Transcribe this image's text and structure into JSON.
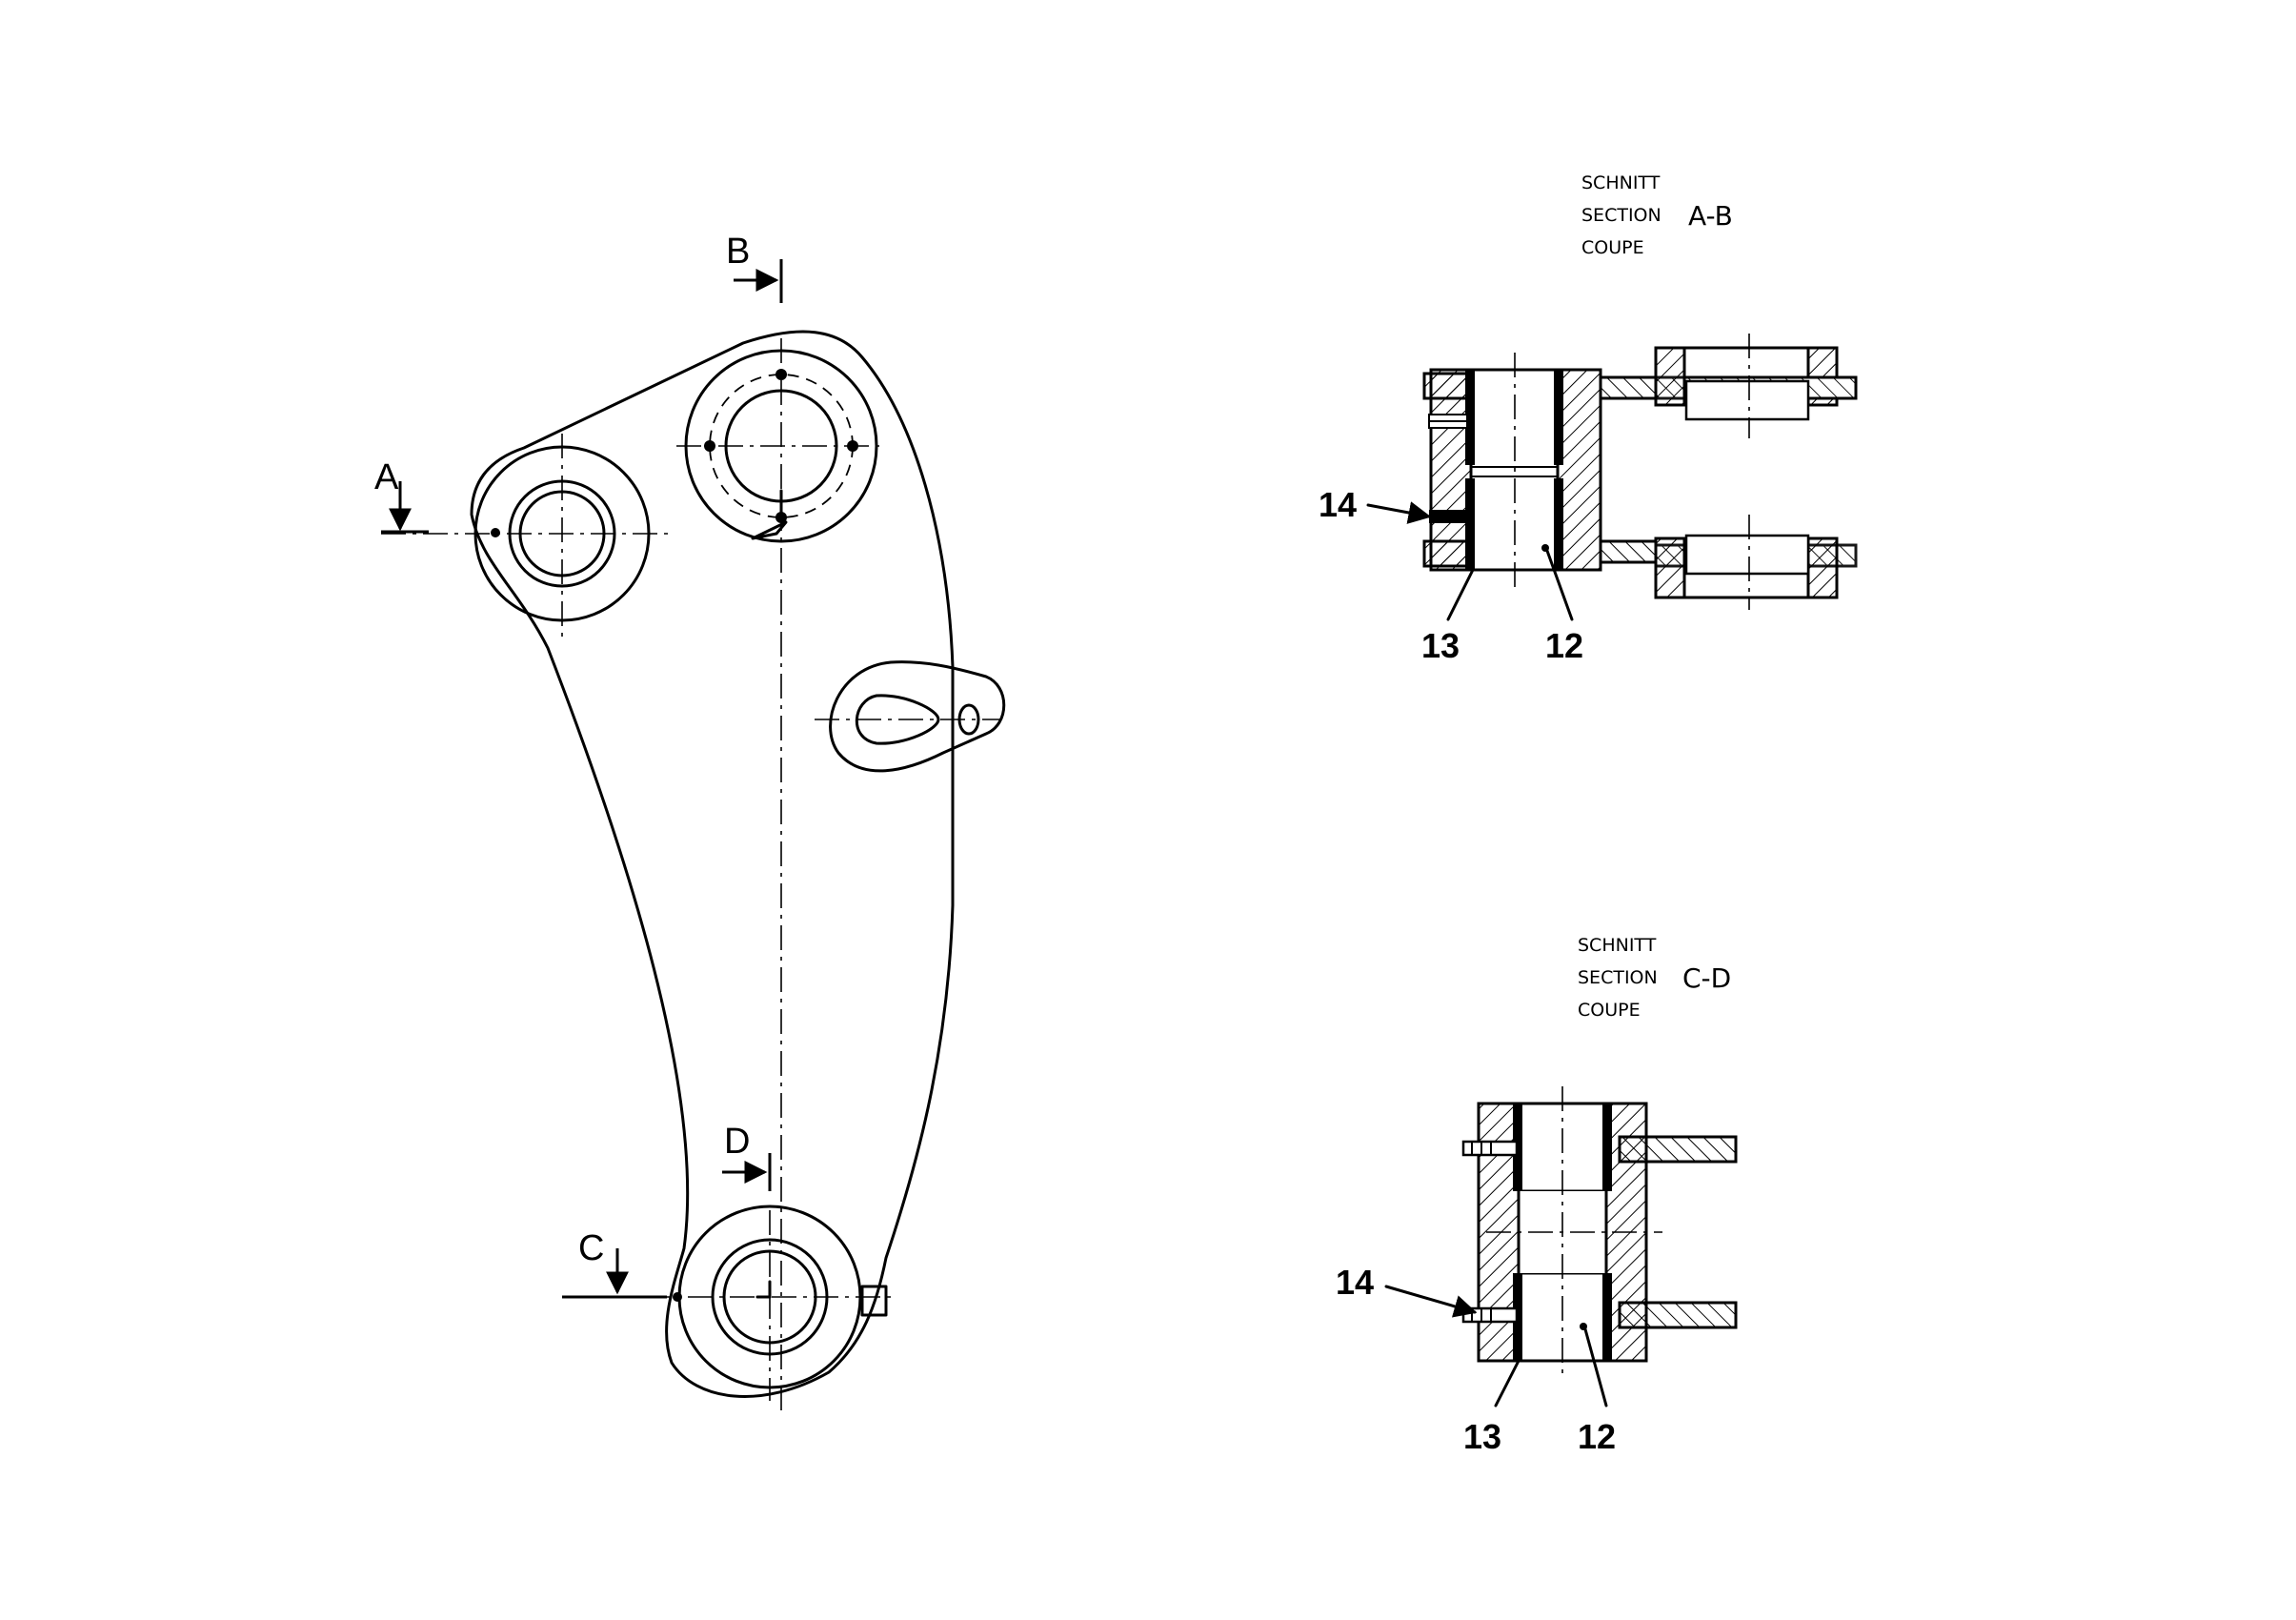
{
  "view_labels": {
    "a": "A",
    "b": "B",
    "c": "C",
    "d": "D"
  },
  "section_ab": {
    "line1": "SCHNITT",
    "line2": "SECTION",
    "line3": "COUPE",
    "code": "A-B"
  },
  "section_cd": {
    "line1": "SCHNITT",
    "line2": "SECTION",
    "line3": "COUPE",
    "code": "C-D"
  },
  "callouts_ab": [
    "14",
    "13",
    "12"
  ],
  "callouts_cd": [
    "14",
    "13",
    "12"
  ]
}
